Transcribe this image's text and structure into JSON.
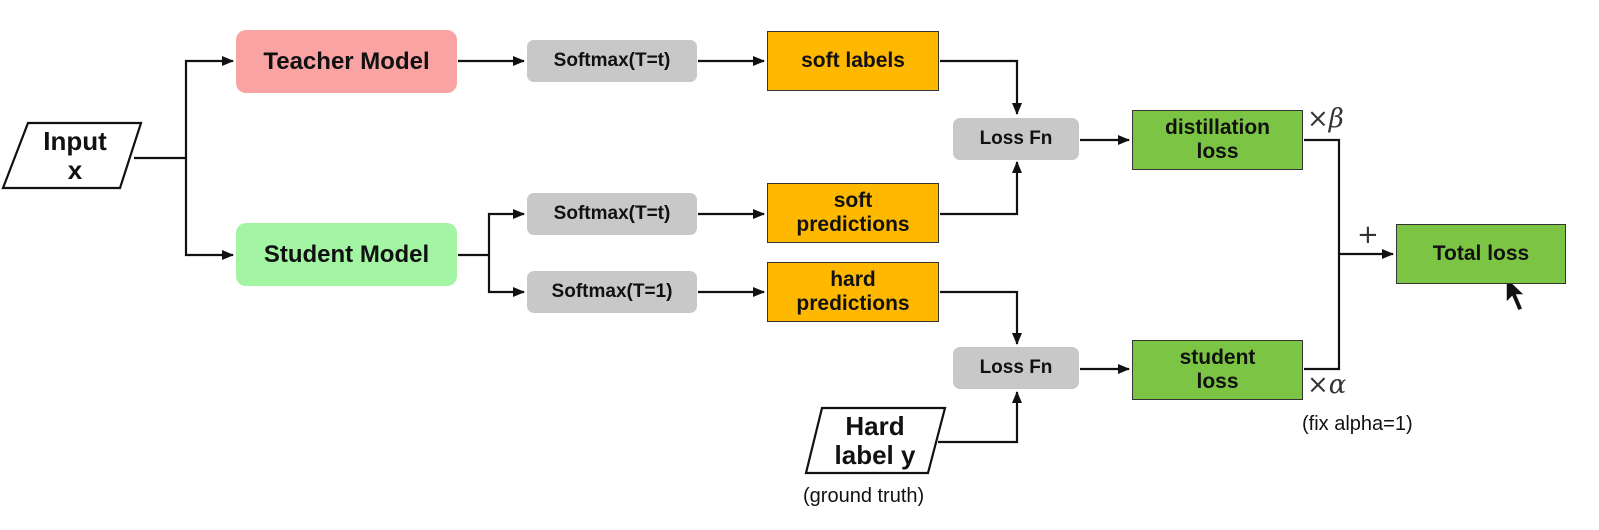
{
  "nodes": {
    "input": "Input x",
    "teacher_model": "Teacher Model",
    "student_model": "Student Model",
    "softmax_teacher": "Softmax(T=t)",
    "softmax_student_t": "Softmax(T=t)",
    "softmax_student_1": "Softmax(T=1)",
    "soft_labels": "soft labels",
    "soft_predictions": "soft predictions",
    "hard_predictions": "hard predictions",
    "loss_fn_top": "Loss Fn",
    "loss_fn_bottom": "Loss Fn",
    "distillation_loss": "distillation loss",
    "student_loss": "student loss",
    "total_loss": "Total loss",
    "hard_label": "Hard label y"
  },
  "annotations": {
    "ground_truth": "(ground truth)",
    "beta_weight": "×β",
    "alpha_weight": "×α",
    "plus": "+",
    "fix_alpha": "(fix alpha=1)"
  },
  "colors": {
    "teacher": "#f9a3a3",
    "student": "#a3f5a3",
    "softmax": "#c8c8c8",
    "label_box": "#ffb800",
    "loss_box": "#7cc444",
    "arrow": "#111111"
  }
}
